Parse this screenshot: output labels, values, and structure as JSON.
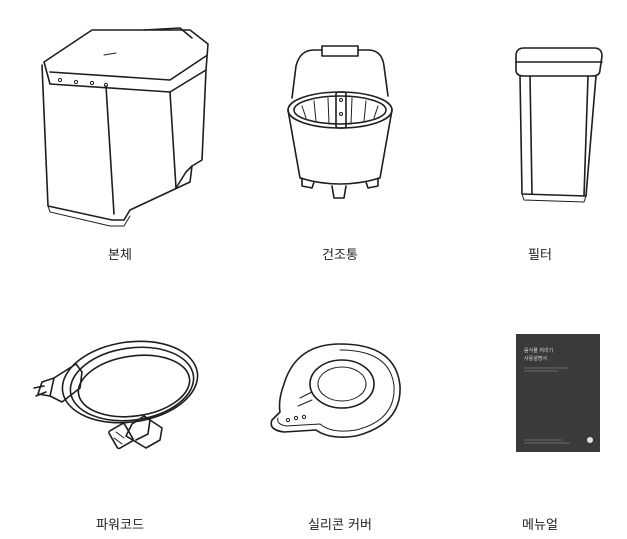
{
  "items": [
    {
      "label": "본체",
      "icon": "dryer-body-icon"
    },
    {
      "label": "건조통",
      "icon": "drying-bucket-icon"
    },
    {
      "label": "필터",
      "icon": "filter-icon"
    },
    {
      "label": "파워코드",
      "icon": "power-cord-icon"
    },
    {
      "label": "실리콘 커버",
      "icon": "silicone-cover-icon"
    },
    {
      "label": "메뉴얼",
      "icon": "manual-icon"
    }
  ],
  "manual": {
    "title_line1": "음식물 처리기",
    "title_line2": "사용설명서",
    "cover_color": "#3a3a3a"
  }
}
